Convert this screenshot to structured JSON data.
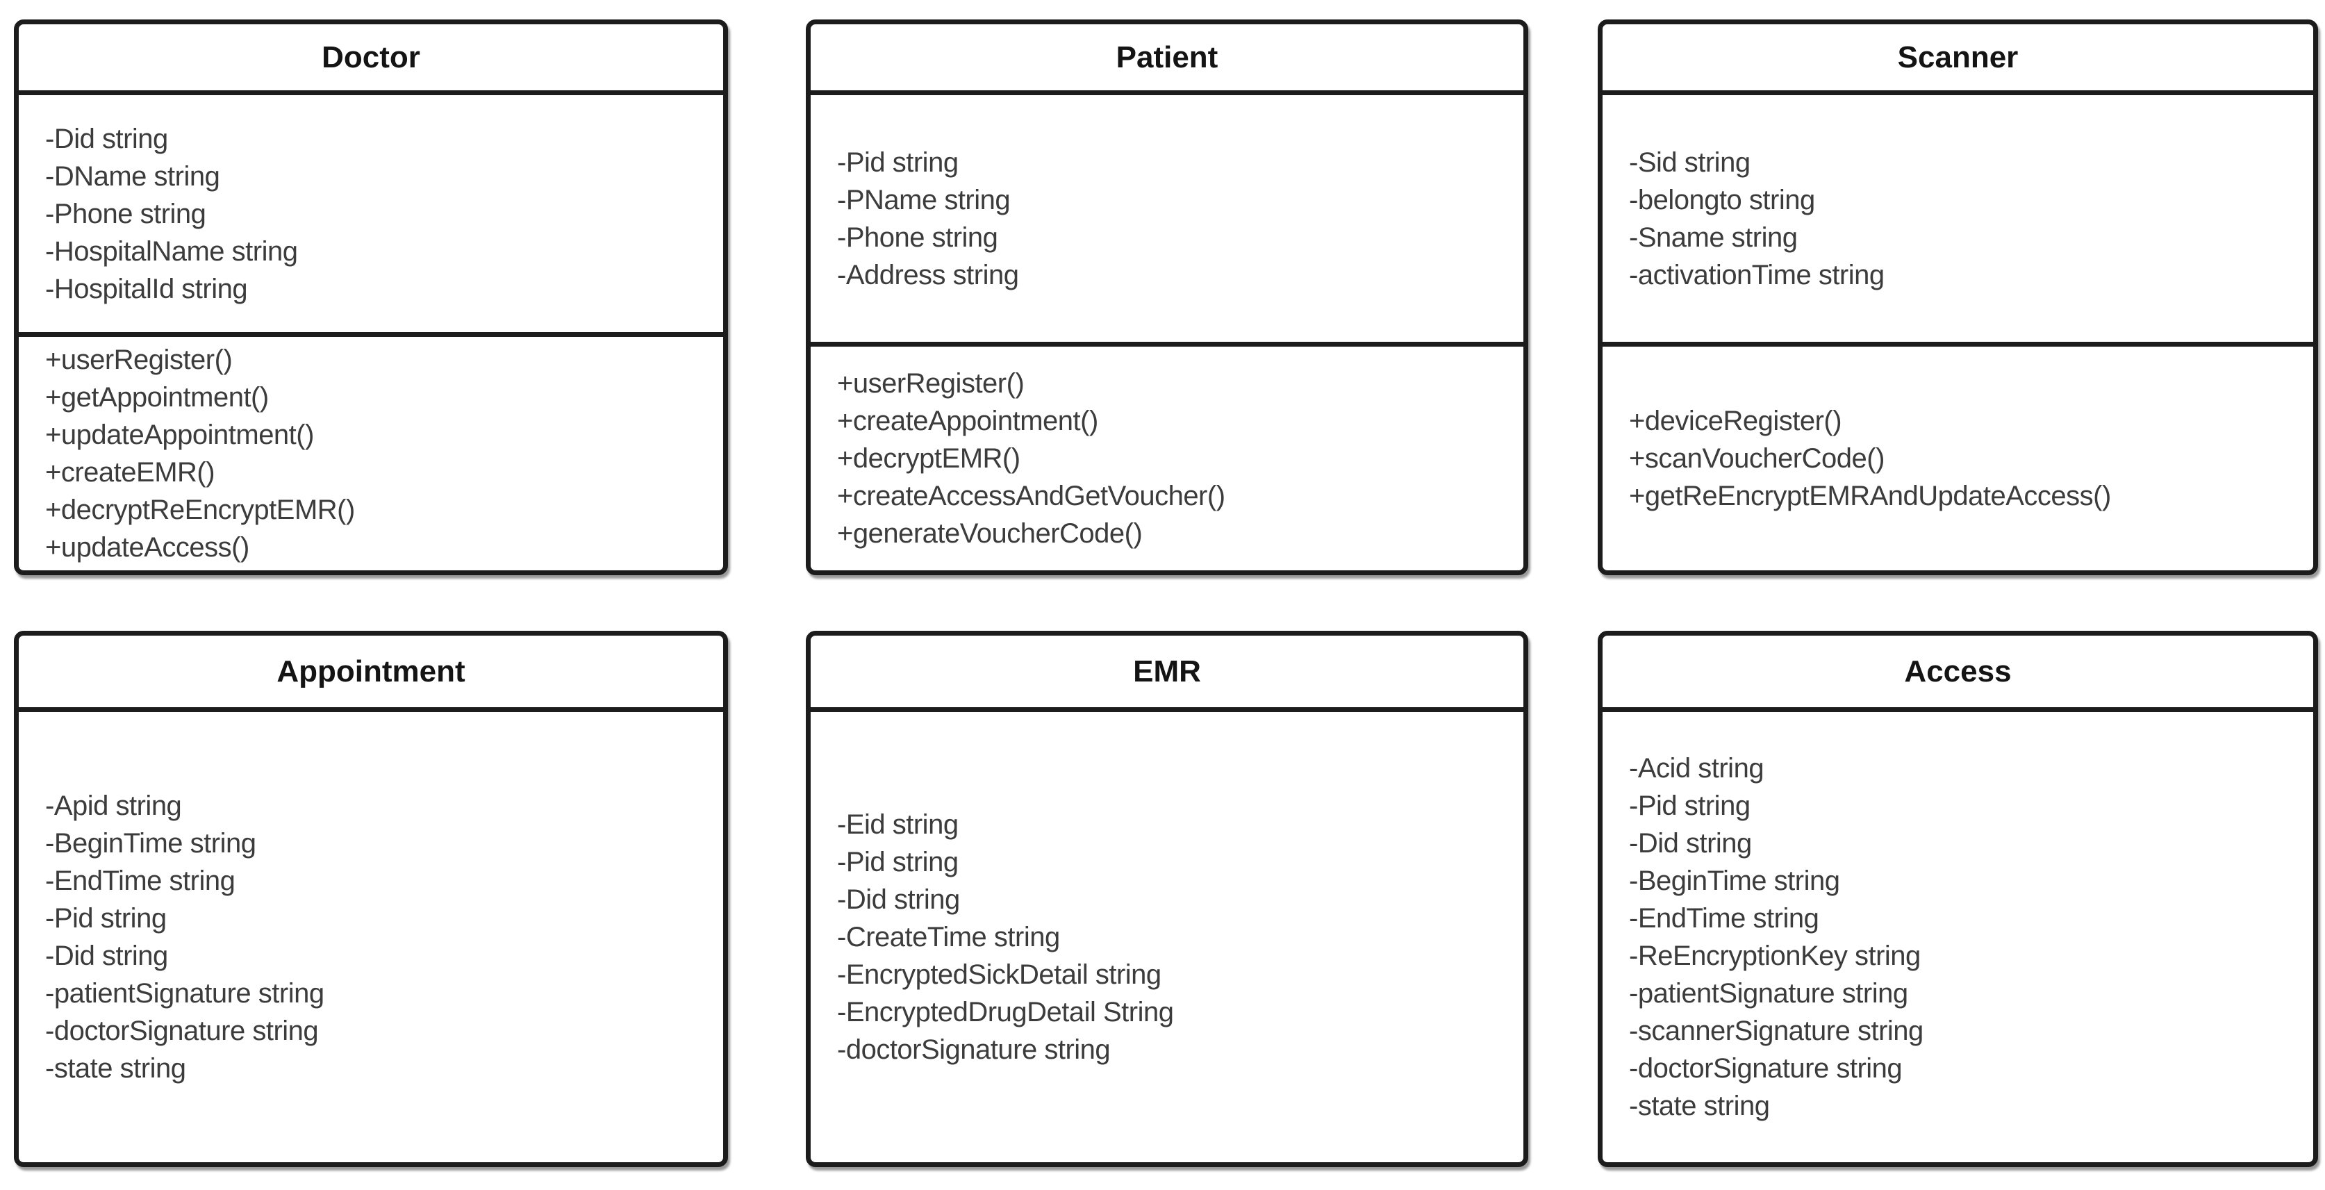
{
  "diagram": {
    "type": "uml-class-diagram",
    "style": {
      "background": "#ffffff",
      "border_color": "#1c1c1c",
      "title_text_color": "#141414",
      "member_text_color": "#3c3c3c"
    },
    "classes": [
      {
        "name": "Doctor",
        "attributes": [
          "-Did string",
          "-DName string",
          "-Phone string",
          "-HospitalName string",
          "-HospitalId string"
        ],
        "methods": [
          "+userRegister()",
          "+getAppointment()",
          "+updateAppointment()",
          "+createEMR()",
          "+decryptReEncryptEMR()",
          "+updateAccess()"
        ]
      },
      {
        "name": "Patient",
        "attributes": [
          "-Pid string",
          "-PName string",
          "-Phone string",
          "-Address string"
        ],
        "methods": [
          "+userRegister()",
          "+createAppointment()",
          "+decryptEMR()",
          "+createAccessAndGetVoucher()",
          "+generateVoucherCode()"
        ]
      },
      {
        "name": "Scanner",
        "attributes": [
          "-Sid string",
          "-belongto string",
          "-Sname string",
          "-activationTime string"
        ],
        "methods": [
          "+deviceRegister()",
          "+scanVoucherCode()",
          "+getReEncryptEMRAndUpdateAccess()"
        ]
      },
      {
        "name": "Appointment",
        "attributes": [
          "-Apid string",
          "-BeginTime string",
          "-EndTime string",
          "-Pid string",
          "-Did string",
          "-patientSignature string",
          "-doctorSignature string",
          "-state string"
        ],
        "methods": []
      },
      {
        "name": "EMR",
        "attributes": [
          "-Eid string",
          "-Pid string",
          "-Did string",
          "-CreateTime string",
          "-EncryptedSickDetail string",
          "-EncryptedDrugDetail String",
          "-doctorSignature string"
        ],
        "methods": []
      },
      {
        "name": "Access",
        "attributes": [
          "-Acid string",
          "-Pid string",
          "-Did string",
          "-BeginTime string",
          "-EndTime string",
          "-ReEncryptionKey string",
          "-patientSignature string",
          "-scannerSignature string",
          "-doctorSignature string",
          "-state string"
        ],
        "methods": []
      }
    ]
  }
}
